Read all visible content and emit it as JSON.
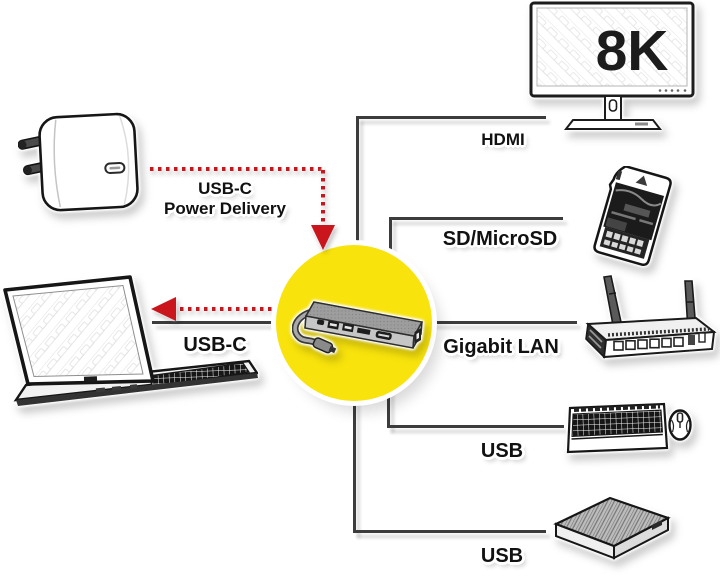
{
  "page": {
    "background": "#ffffff",
    "description": "USB-C dock connectivity diagram"
  },
  "colors": {
    "circle_yellow": "#F8E30C",
    "line_gray": "#3C3C3C",
    "arrow_red": "#C9151B",
    "text": "#111111"
  },
  "hub": {
    "icon": "usb-c-dock-icon"
  },
  "devices": {
    "monitor": {
      "icon": "monitor-8k-icon",
      "screen_label": "8K"
    },
    "sd_card": {
      "icon": "sd-card-icon"
    },
    "router": {
      "icon": "router-icon"
    },
    "keyboard_mouse": {
      "icon": "keyboard-mouse-icon"
    },
    "hard_drive": {
      "icon": "hard-drive-icon"
    },
    "laptop": {
      "icon": "laptop-icon"
    },
    "power_adapter": {
      "icon": "power-adapter-icon"
    }
  },
  "connections": {
    "hdmi": {
      "label": "HDMI"
    },
    "sd": {
      "label": "SD/MicroSD"
    },
    "lan": {
      "label": "Gigabit LAN"
    },
    "usb_keyboard": {
      "label": "USB"
    },
    "usb_drive": {
      "label": "USB"
    },
    "laptop": {
      "label": "USB-C"
    },
    "power": {
      "line1": "USB-C",
      "line2": "Power Delivery"
    }
  }
}
